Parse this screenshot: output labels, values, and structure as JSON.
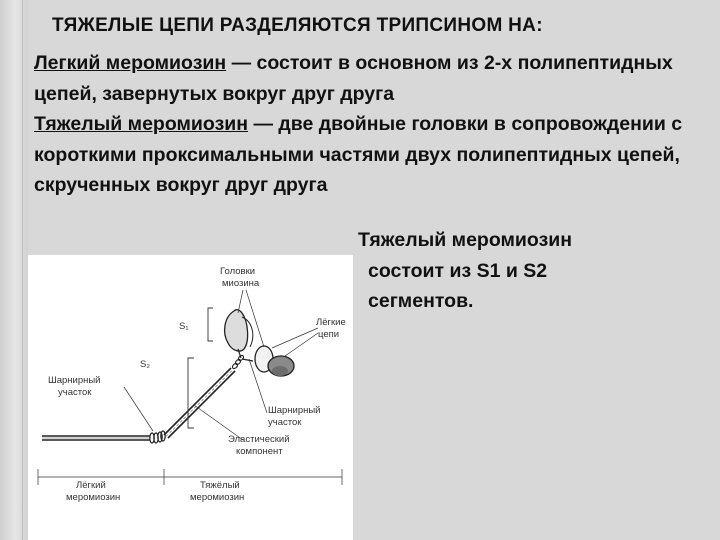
{
  "title": "ТЯЖЕЛЫЕ ЦЕПИ РАЗДЕЛЯЮТСЯ ТРИПСИНОМ НА:",
  "paragraphs": [
    {
      "term": "Легкий меромиозин",
      "text": " — состоит в основном из 2-х полипептидных цепей, завернутых вокруг друг друга"
    },
    {
      "term": "Тяжелый меромиозин",
      "text": " — две двойные головки в сопровождении с короткими проксимальными частями двух полипептидных цепей, скрученных вокруг друг друга"
    }
  ],
  "caption": {
    "line1": "Тяжелый меромиозин",
    "line2": "состоит из S1 и S2",
    "line3": "сегментов."
  },
  "figure": {
    "labels": {
      "heads_1": "Головки",
      "heads_2": "миозина",
      "light_1": "Лёгкие",
      "light_2": "цепи",
      "s1": "S₁",
      "s2": "S₂",
      "hinge_left_1": "Шарнирный",
      "hinge_left_2": "участок",
      "hinge_right_1": "Шарнирный",
      "hinge_right_2": "участок",
      "elastic_1": "Эластический",
      "elastic_2": "компонент",
      "lmm_1": "Лёгкий",
      "lmm_2": "меромиозин",
      "hmm_1": "Тяжёлый",
      "hmm_2": "меромиозин"
    }
  }
}
